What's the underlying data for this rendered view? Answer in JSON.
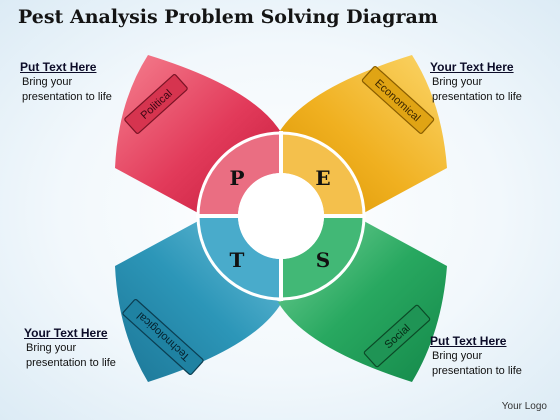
{
  "title": "Pest Analysis Problem Solving Diagram",
  "notes": {
    "top_left": {
      "heading": "Put Text Here",
      "line1": "Bring your",
      "line2": "presentation  to life"
    },
    "top_right": {
      "heading": "Your Text Here",
      "line1": "Bring your",
      "line2": "presentation  to life"
    },
    "bottom_left": {
      "heading": "Your Text Here",
      "line1": "Bring your",
      "line2": "presentation  to life"
    },
    "bottom_right": {
      "heading": "Put Text Here",
      "line1": "Bring your",
      "line2": "presentation  to life"
    }
  },
  "petals": {
    "political": {
      "label": "Political",
      "color": "#e23a5a"
    },
    "economical": {
      "label": "Economical",
      "color": "#f0b020"
    },
    "technological": {
      "label": "Technological",
      "color": "#2c96b8"
    },
    "social": {
      "label": "Social",
      "color": "#28a860"
    }
  },
  "letters": {
    "p": "P",
    "e": "E",
    "t": "T",
    "s": "S"
  },
  "logo": "Your Logo"
}
